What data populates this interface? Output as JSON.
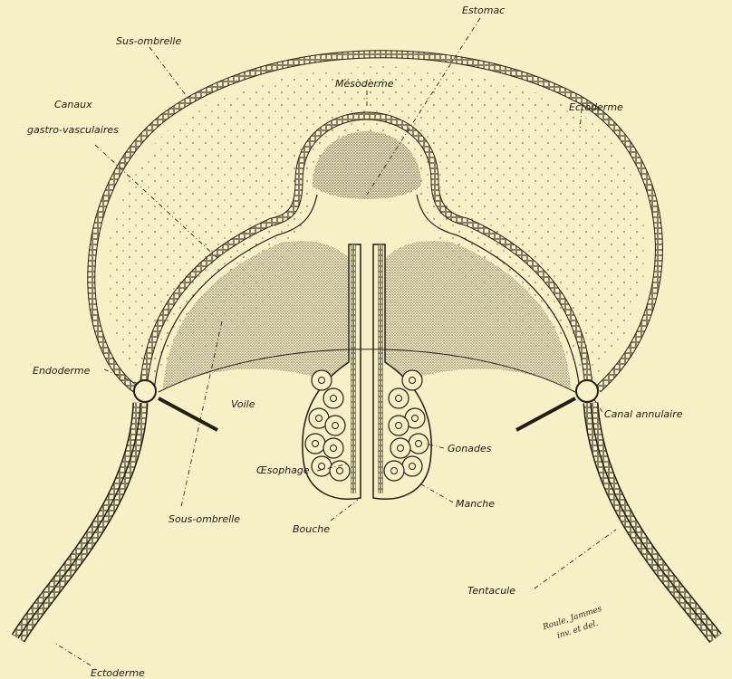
{
  "labels": {
    "sus_ombrelle": "Sus-ombrelle",
    "estomac": "Estomac",
    "mesoderme": "Mésoderme",
    "canaux_line1": "Canaux",
    "canaux_line2": "gastro-vasculaires",
    "ectoderme_top": "Ectoderme",
    "endoderme": "Endoderme",
    "voile": "Voile",
    "canal_annulaire": "Canal annulaire",
    "gonades": "Gonades",
    "oesophage": "Œsophage",
    "manche": "Manche",
    "sous_ombrelle": "Sous-ombrelle",
    "bouche": "Bouche",
    "tentacule": "Tentacule",
    "ectoderme_bottom": "Ectoderme"
  },
  "signature": {
    "line1": "Roule, Jammes",
    "line2": "inv. et del."
  },
  "colors": {
    "background": "#f7efc6",
    "ink": "#231e14",
    "label": "#1e1a12"
  }
}
